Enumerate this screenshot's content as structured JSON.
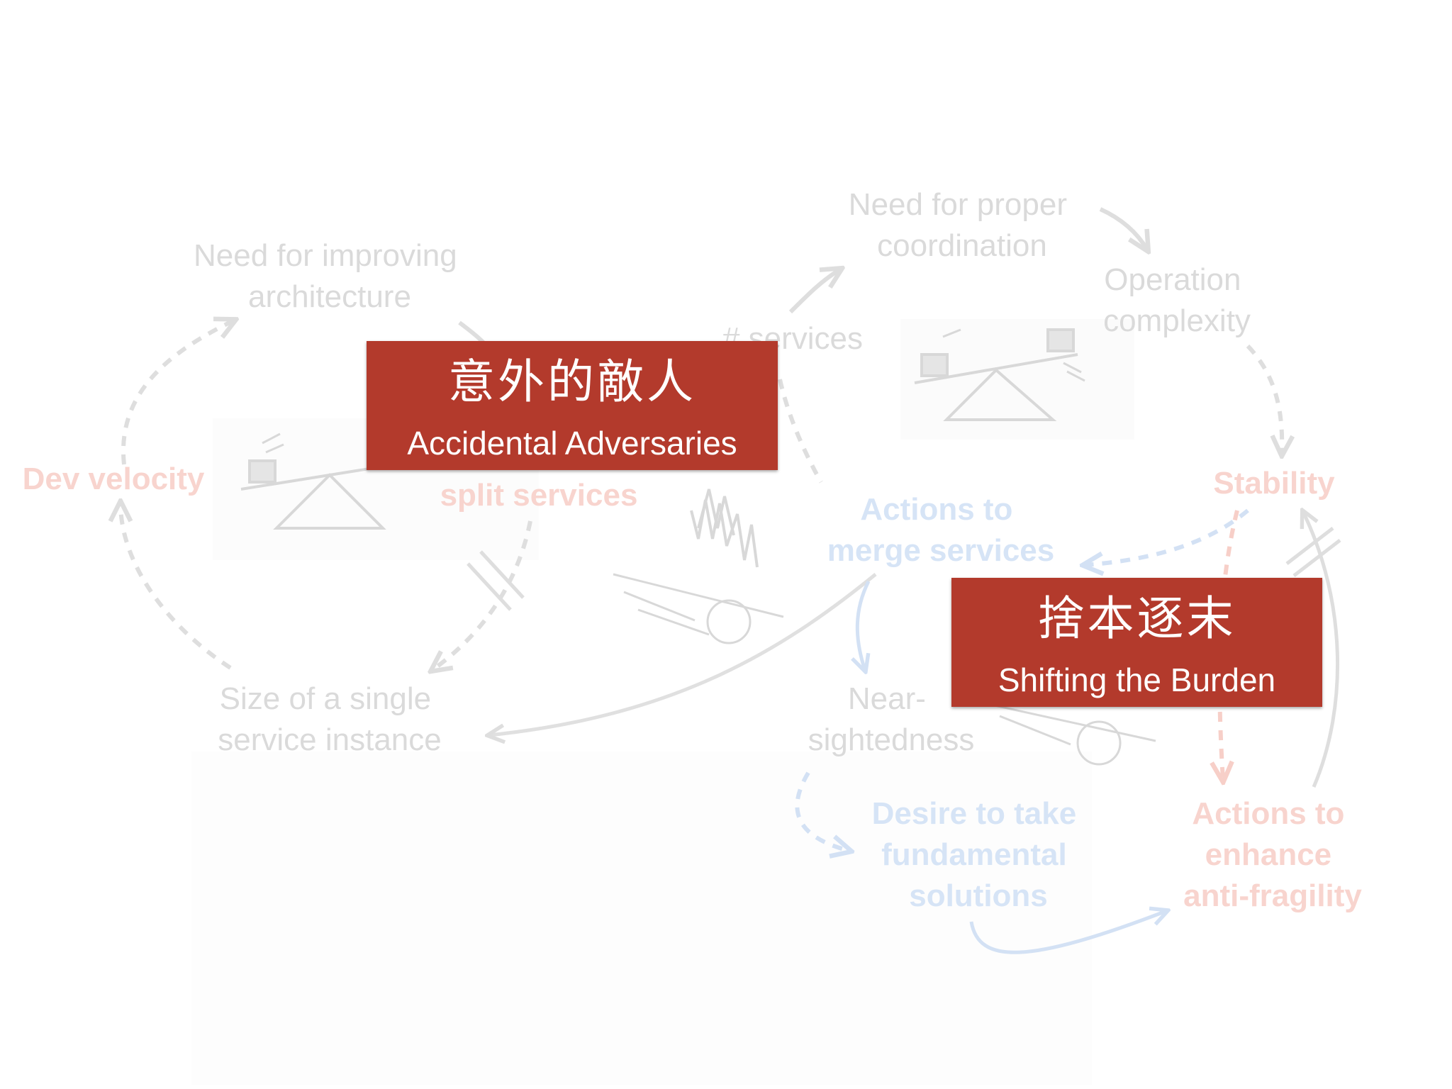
{
  "nodes": {
    "need_improving_architecture": [
      "Need for improving",
      "architecture"
    ],
    "dev_velocity": "Dev velocity",
    "split_services": "split services",
    "size_single_service": [
      "Size of a single",
      "service instance"
    ],
    "num_services": "# services",
    "need_proper_coordination": [
      "Need for proper",
      "coordination"
    ],
    "operation_complexity": [
      "Operation",
      "complexity"
    ],
    "stability": "Stability",
    "actions_merge_services": [
      "Actions to",
      "merge services"
    ],
    "near_sightedness": [
      "Near-",
      "sightedness"
    ],
    "desire_fundamental_solutions": [
      "Desire to take",
      "fundamental",
      "solutions"
    ],
    "actions_enhance_antifragility": [
      "Actions to",
      "enhance",
      "anti-fragility"
    ]
  },
  "overlays": {
    "accidental_adversaries": {
      "chinese": "意外的敵人",
      "english": "Accidental Adversaries"
    },
    "shifting_the_burden": {
      "chinese": "捨本逐末",
      "english": "Shifting the Burden"
    }
  },
  "colors": {
    "overlay_red": "#b33a2c",
    "faded_gray": "#dadada",
    "faded_red": "#f8d4ce",
    "faded_blue": "#d6e4f6"
  }
}
